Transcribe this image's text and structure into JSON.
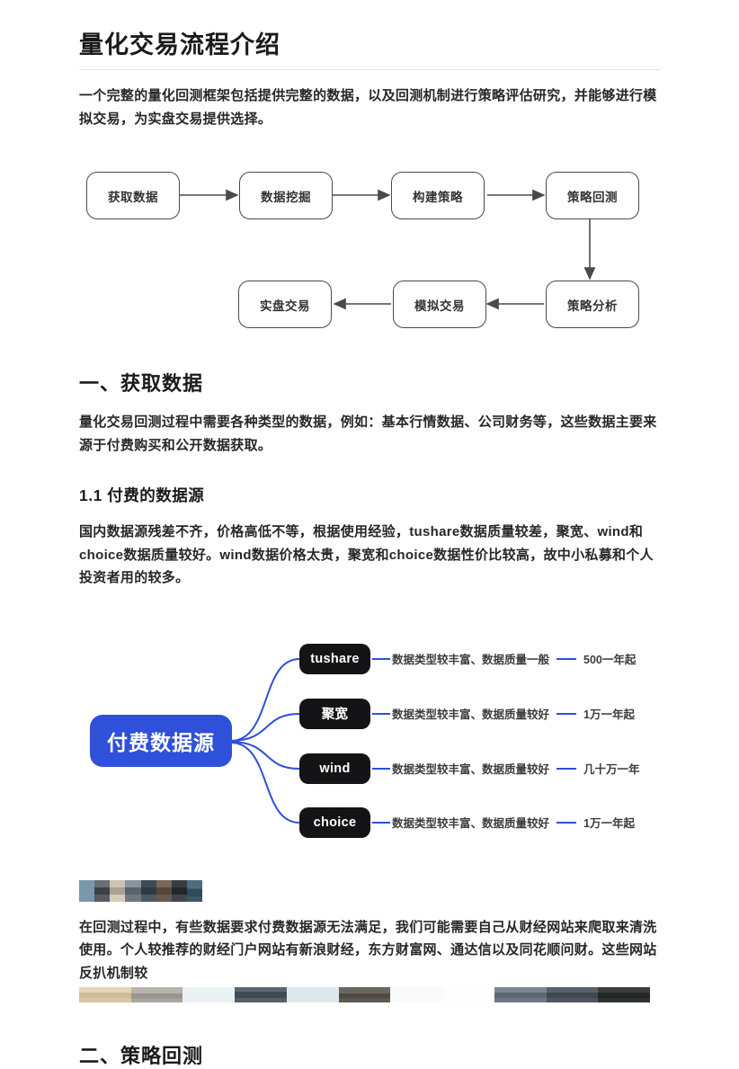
{
  "title": "量化交易流程介绍",
  "intro": "一个完整的量化回测框架包括提供完整的数据，以及回测机制进行策略评估研究，并能够进行模拟交易，为实盘交易提供选择。",
  "flowchart": {
    "top_row": [
      "获取数据",
      "数据挖掘",
      "构建策略",
      "策略回测"
    ],
    "bottom_row": [
      "实盘交易",
      "模拟交易",
      "策略分析"
    ]
  },
  "section1": {
    "heading": "一、获取数据",
    "paragraph": "量化交易回测过程中需要各种类型的数据，例如：基本行情数据、公司财务等，这些数据主要来源于付费购买和公开数据获取。",
    "sub_heading": "1.1 付费的数据源",
    "sub_paragraph": "国内数据源残差不齐，价格高低不等，根据使用经验，tushare数据质量较差，聚宽、wind和choice数据质量较好。wind数据价格太贵，聚宽和choice数据性价比较高，故中小私募和个人投资者用的较多。"
  },
  "mindmap": {
    "accent_color": "#2f50d9",
    "node_color": "#141417",
    "root": "付费数据源",
    "branches": [
      {
        "name": "tushare",
        "desc": "数据类型较丰富、数据质量一般",
        "price": "500一年起"
      },
      {
        "name": "聚宽",
        "desc": "数据类型较丰富、数据质量较好",
        "price": "1万一年起"
      },
      {
        "name": "wind",
        "desc": "数据类型较丰富、数据质量较好",
        "price": "几十万一年"
      },
      {
        "name": "choice",
        "desc": "数据类型较丰富、数据质量较好",
        "price": "1万一年起"
      }
    ]
  },
  "crawl_paragraph": "在回测过程中，有些数据要求付费数据源无法满足，我们可能需要自己从财经网站来爬取来清洗使用。个人较推荐的财经门户网站有新浪财经，东方财富网、通达信以及同花顺问财。这些网站反扒机制较",
  "section2": {
    "heading": "二、策略回测"
  },
  "mosaics": {
    "small": [
      "#7b97aa",
      "linear-gradient(#6a6e74 0 33%, #3c4147 33% 66%, #585c62 66%)",
      "linear-gradient(#cdc3b2 0 33%, #a8a195 33% 66%, #d6ccbb 66%)",
      "linear-gradient(#8b949c 0 33%, #5a626b 33% 66%, #70787f 66%)",
      "linear-gradient(#3e4a56 0 33%, #2e3a46 33% 66%, #4c5864 66%)",
      "linear-gradient(#7a685c 0 33%, #55443c 33% 66%, #6a5850 66%)",
      "linear-gradient(#3a3e44 0 33%, #23272c 33% 66%, #41454b 66%)",
      "linear-gradient(#4f6c7c 0 40%, #2f4c5c 40% 75%, #3a5766 75%)"
    ],
    "strip": [
      "linear-gradient(#e3d4b4 0 35%, #cdbc9a 35% 70%, #d8c7a5 70%)",
      "linear-gradient(#b8b4ad 0 40%, #99948c 40% 75%, #aaa59e 75%)",
      "#e9f1f3",
      "linear-gradient(#5b6670 0 30%, #3f4a54 30% 70%, #556069 70%)",
      "#dde8ed",
      "linear-gradient(#6b675e 0 40%, #4e4b44 40% 75%, #5e5b53 75%)",
      "#f8fafa",
      "#fcfdfd",
      "linear-gradient(#7b8692 0 35%, #5d6874 35% 70%, #6d7884 70%)",
      "linear-gradient(#59606a 0 35%, #40474f 35% 70%, #4f565f 70%)",
      "linear-gradient(#3a3e3c 0 35%, #242826 35% 75%, #2f3331 75%)"
    ]
  }
}
